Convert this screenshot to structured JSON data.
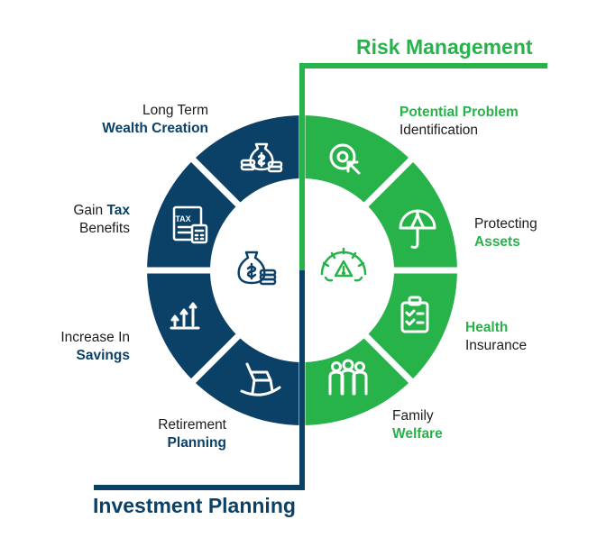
{
  "colors": {
    "blue": "#0c4167",
    "green": "#27b24a",
    "white": "#ffffff"
  },
  "risk_management": {
    "title": "Risk Management",
    "segments": [
      {
        "bold": "Potential Problem",
        "normal": "Identification",
        "icon": "target-cursor-icon"
      },
      {
        "normal": "Protecting",
        "bold": "Assets",
        "icon": "umbrella-icon"
      },
      {
        "bold": "Health",
        "normal": "Insurance",
        "icon": "clipboard-checklist-icon"
      },
      {
        "normal": "Family",
        "bold": "Welfare",
        "icon": "family-people-icon"
      }
    ],
    "center_icon": "risk-gauge-icon"
  },
  "investment_planning": {
    "title": "Investment Planning",
    "segments": [
      {
        "normal_prefix": "Long Term",
        "bold": "Wealth Creation",
        "icon": "money-bag-coins-icon"
      },
      {
        "normal_prefix": "Gain ",
        "bold_inline": "Tax",
        "normal_after": "Benefits",
        "icon": "tax-calculator-icon"
      },
      {
        "normal_prefix": "Increase In",
        "bold": "Savings",
        "icon": "growth-arrows-icon"
      },
      {
        "normal_prefix": "Retirement",
        "bold": "Planning",
        "icon": "rocking-chair-icon"
      }
    ],
    "center_icon": "money-bag-coins-center-icon",
    "tax_icon_text": "TAX"
  }
}
